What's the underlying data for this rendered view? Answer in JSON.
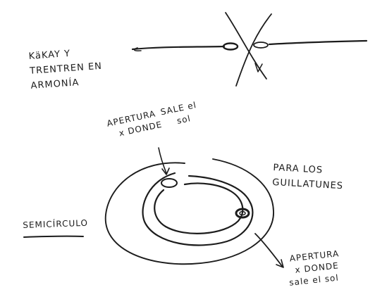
{
  "notes": {
    "top_left": [
      "KäKAY Y",
      "TRENTREN EN",
      "ARMONÍA"
    ],
    "opening_top": [
      "APERTURA",
      "x DONDE",
      "SALE el",
      "sol"
    ],
    "right": [
      "PARA LOS",
      "GUILLATUNES"
    ],
    "left": [
      "SEMICÍRCULO"
    ],
    "opening_bottom": [
      "APERTURA",
      "x DONDE",
      "sale el sol"
    ]
  },
  "colors": {
    "ink": "#1c1c1c",
    "paper": "#ffffff"
  }
}
